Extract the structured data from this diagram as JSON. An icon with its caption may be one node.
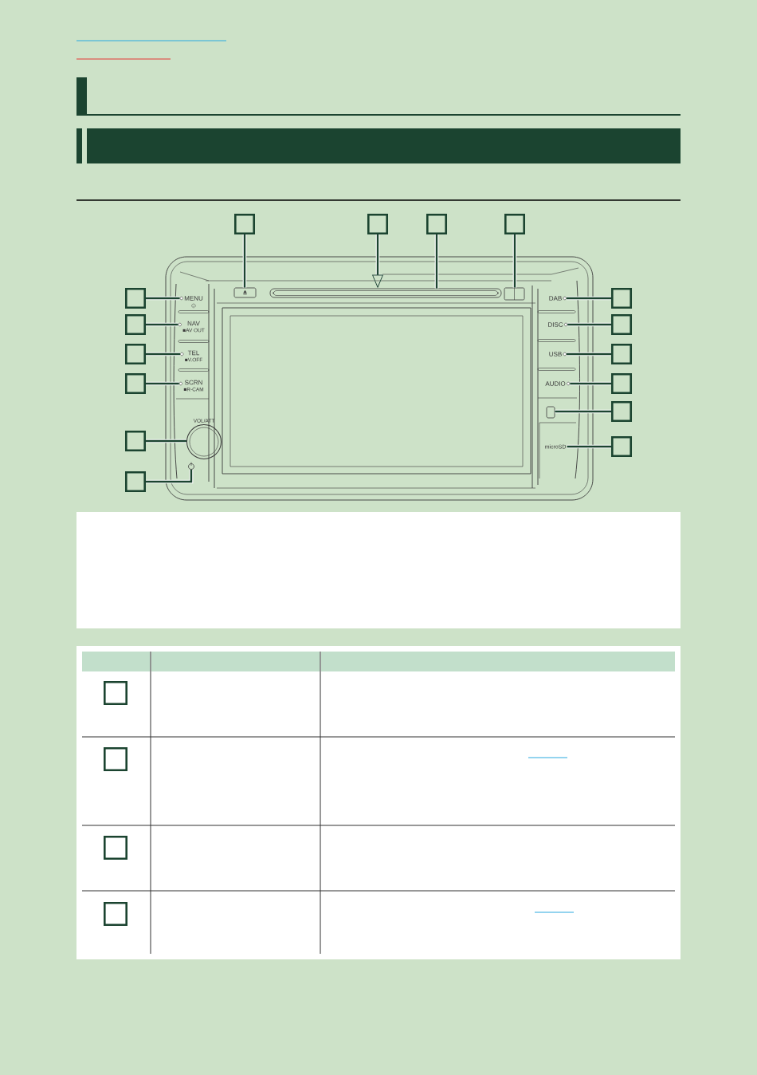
{
  "diagram": {
    "nodes": [
      {
        "text": [],
        "shape": "bar"
      },
      {
        "text": [],
        "shape": "box"
      },
      {
        "text": [],
        "shape": "box"
      },
      {
        "text": [],
        "shape": "box"
      },
      {
        "text": [],
        "shape": "box"
      },
      {
        "text": [],
        "shape": "box"
      },
      {
        "text": [],
        "shape": "bar"
      },
      {
        "text": [],
        "shape": "box"
      },
      {
        "text": [],
        "shape": "box"
      },
      {
        "text": [
          "MENU"
        ]
      },
      {
        "text": [],
        "shape": "circle",
        "in": 9
      },
      {
        "text": [
          "DAB"
        ]
      },
      {
        "text": [],
        "shape": "circle",
        "in": 11
      },
      {
        "text": [],
        "shape": "box"
      },
      {
        "text": [],
        "shape": "box"
      },
      {
        "text": [
          "NAV",
          "■AV OUT"
        ]
      },
      {
        "text": [],
        "shape": "circle",
        "in": 15
      },
      {
        "text": [
          "DISC"
        ]
      },
      {
        "text": [],
        "shape": "circle",
        "in": 17
      },
      {
        "text": [],
        "shape": "box"
      },
      {
        "text": [],
        "shape": "box"
      },
      {
        "text": [
          "TEL",
          "■V.OFF"
        ]
      },
      {
        "text": [],
        "shape": "circle",
        "in": 21
      },
      {
        "text": [
          "USB"
        ]
      },
      {
        "text": [],
        "shape": "circle",
        "in": 23
      },
      {
        "text": [],
        "shape": "box"
      },
      {
        "text": [],
        "shape": "box"
      },
      {
        "text": [
          "SCRN",
          "■R-CAM"
        ]
      },
      {
        "text": [],
        "shape": "circle",
        "in": 27
      },
      {
        "text": [
          "AUDIO"
        ]
      },
      {
        "text": [],
        "shape": "circle",
        "in": 29
      },
      {
        "text": [],
        "shape": "box"
      },
      {
        "text": [],
        "shape": "box"
      },
      {
        "text": [],
        "shape": "box"
      },
      {
        "text": [],
        "shape": "box"
      },
      {
        "text": [
          "VOL/ATT"
        ]
      },
      {
        "text": [
          "microSD"
        ]
      },
      {
        "text": [],
        "shape": "box"
      },
      {
        "text": [],
        "shape": "circle"
      },
      {
        "text": [],
        "shape": "box"
      },
      {
        "text": [],
        "shape": "box"
      },
      {
        "text": [],
        "shape": "box"
      },
      {
        "text": [],
        "shape": "box"
      },
      {
        "text": [],
        "shape": "box"
      },
      {
        "text": [],
        "shape": "box"
      }
    ],
    "edges": [
      {
        "from": 1,
        "to": 5,
        "arrow": "none"
      },
      {
        "from": 2,
        "to": 6,
        "arrow": "to"
      },
      {
        "from": 3,
        "to": 6,
        "arrow": "none"
      },
      {
        "from": 4,
        "to": 7,
        "arrow": "none"
      },
      {
        "from": 8,
        "to": 10,
        "arrow": "none"
      },
      {
        "from": 13,
        "to": 12,
        "arrow": "none"
      },
      {
        "from": 14,
        "to": 16,
        "arrow": "none"
      },
      {
        "from": 19,
        "to": 18,
        "arrow": "none"
      },
      {
        "from": 20,
        "to": 22,
        "arrow": "none"
      },
      {
        "from": 25,
        "to": 24,
        "arrow": "none"
      },
      {
        "from": 26,
        "to": 28,
        "arrow": "none"
      },
      {
        "from": 31,
        "to": 30,
        "arrow": "none"
      },
      {
        "from": 33,
        "to": 32,
        "arrow": "none"
      },
      {
        "from": 34,
        "to": 35,
        "arrow": "none"
      },
      {
        "from": 37,
        "to": 36,
        "arrow": "none"
      },
      {
        "from": 39,
        "to": 38,
        "arrow": "none"
      }
    ]
  }
}
